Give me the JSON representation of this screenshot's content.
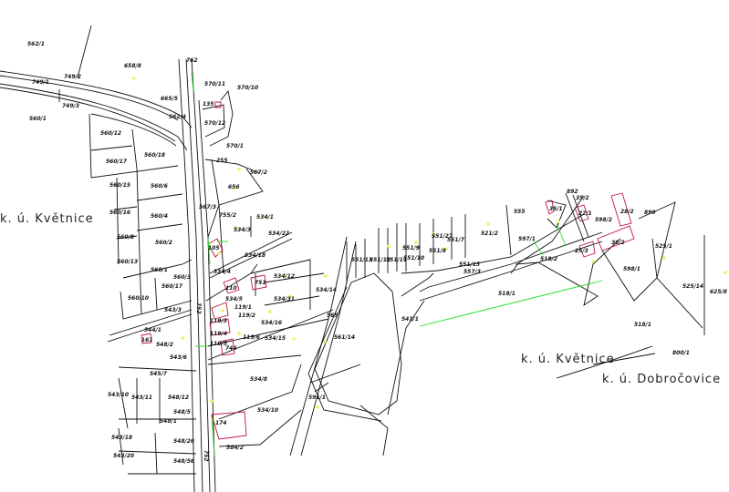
{
  "map": {
    "cadastral_areas": [
      "k. ú. Květnice",
      "k. ú. Květnice",
      "k. ú. Dobročovice"
    ],
    "parcels": [
      "562/1",
      "658/8",
      "749/2",
      "749/1",
      "749/3",
      "560/1",
      "762",
      "570/11",
      "570/10",
      "665/5",
      "562/4",
      "135",
      "570/12",
      "560/12",
      "560/18",
      "560/17",
      "570/1",
      "255",
      "567/2",
      "560/15",
      "560/6",
      "656",
      "560/16",
      "560/4",
      "567/3",
      "755/2",
      "534/1",
      "534/3",
      "534/22",
      "560/8",
      "560/2",
      "105",
      "560/13",
      "534/18",
      "560/1",
      "560/3",
      "560/17",
      "534/4",
      "534/12",
      "534/14",
      "110",
      "751",
      "560/10",
      "534/5",
      "534/31",
      "543/3",
      "119/1",
      "119/2",
      "544/1",
      "119/3",
      "534/16",
      "565",
      "161",
      "548/2",
      "119/4",
      "119/6",
      "534/15",
      "119/5",
      "744",
      "543/6",
      "561/14",
      "541/1",
      "545/7",
      "534/8",
      "543/10",
      "543/11",
      "548/12",
      "548/5",
      "591/1",
      "534/10",
      "174",
      "548/1",
      "543/18",
      "548/26",
      "584/2",
      "543/20",
      "548/56",
      "752",
      "752",
      "551/13",
      "551/12",
      "551/11",
      "551/10",
      "551/9",
      "551/8",
      "551/7",
      "551/27",
      "521/2",
      "555",
      "597/1",
      "551/15",
      "557/3",
      "518/2",
      "892",
      "35/2",
      "35/1",
      "22/1",
      "598/2",
      "28/2",
      "899",
      "25/3",
      "36/2",
      "598/1",
      "525/1",
      "518/1",
      "518/1",
      "525/14",
      "625/8",
      "800/1"
    ],
    "colors": {
      "boundary": "#111111",
      "building": "#c0143c",
      "change": "#22dd22",
      "point": "#f2f060"
    }
  }
}
